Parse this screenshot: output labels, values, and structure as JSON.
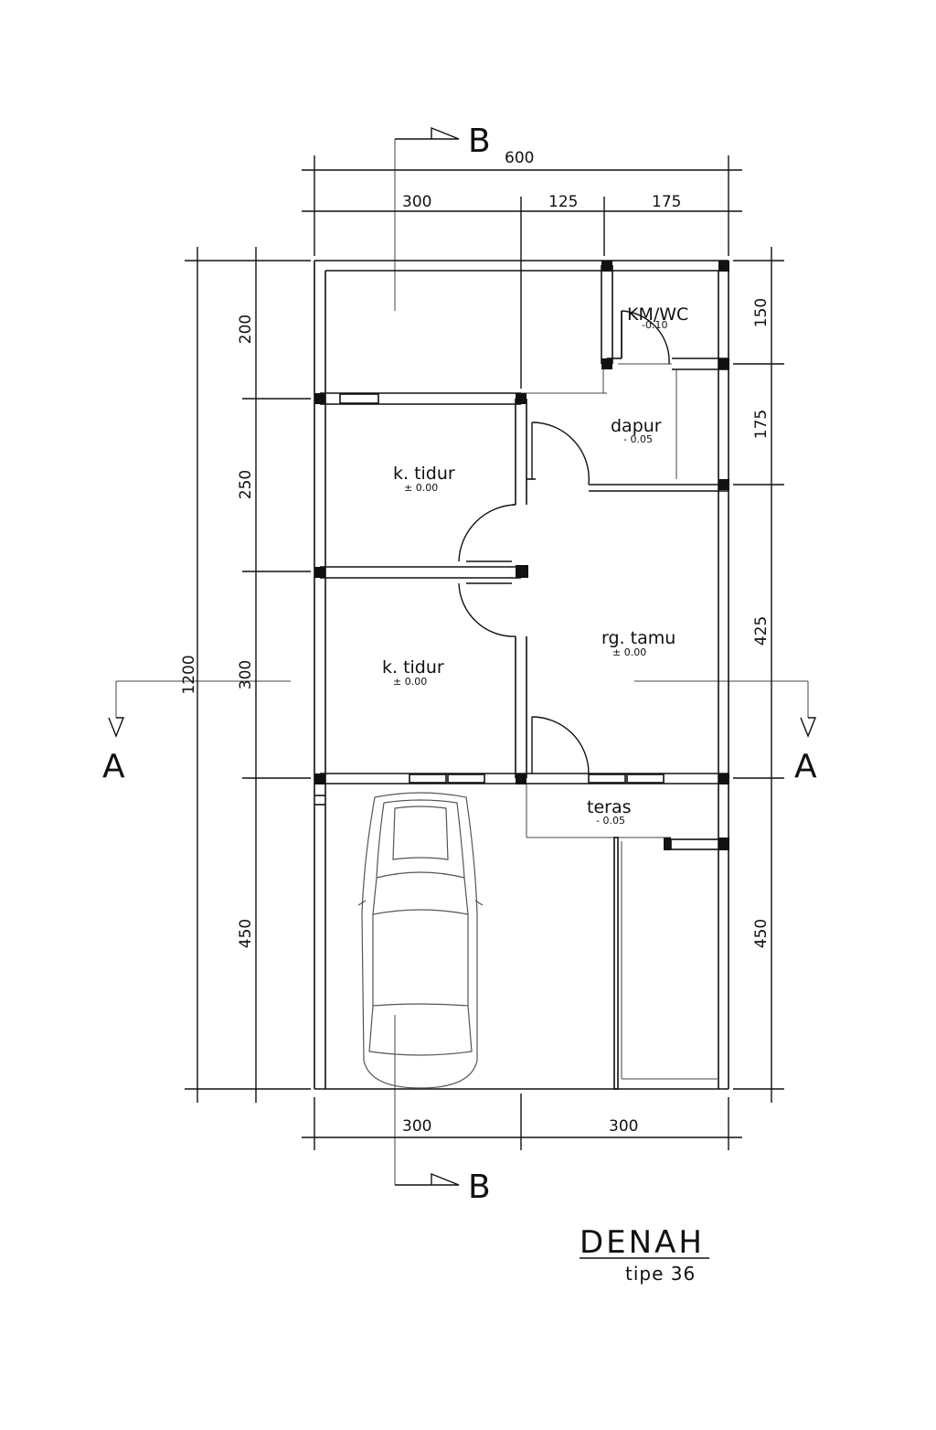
{
  "section_marks": {
    "b_top": "B",
    "b_bottom": "B",
    "a_left": "A",
    "a_right": "A"
  },
  "dimensions": {
    "top_total": "600",
    "top_parts": [
      "300",
      "125",
      "175"
    ],
    "bottom_parts": [
      "300",
      "300"
    ],
    "left_total": "1200",
    "left_parts": [
      "200",
      "250",
      "300",
      "450"
    ],
    "right_parts": [
      "150",
      "175",
      "425",
      "450"
    ]
  },
  "rooms": {
    "km_wc": {
      "name": "KM/WC",
      "level": "-0.10"
    },
    "dapur": {
      "name": "dapur",
      "level": "- 0.05"
    },
    "k_tidur_1": {
      "name": "k. tidur",
      "level": "± 0.00"
    },
    "k_tidur_2": {
      "name": "k. tidur",
      "level": "± 0.00"
    },
    "rg_tamu": {
      "name": "rg. tamu",
      "level": "± 0.00"
    },
    "teras": {
      "name": "teras",
      "level": "- 0.05"
    }
  },
  "title": {
    "main": "DENAH",
    "sub": "tipe 36"
  }
}
